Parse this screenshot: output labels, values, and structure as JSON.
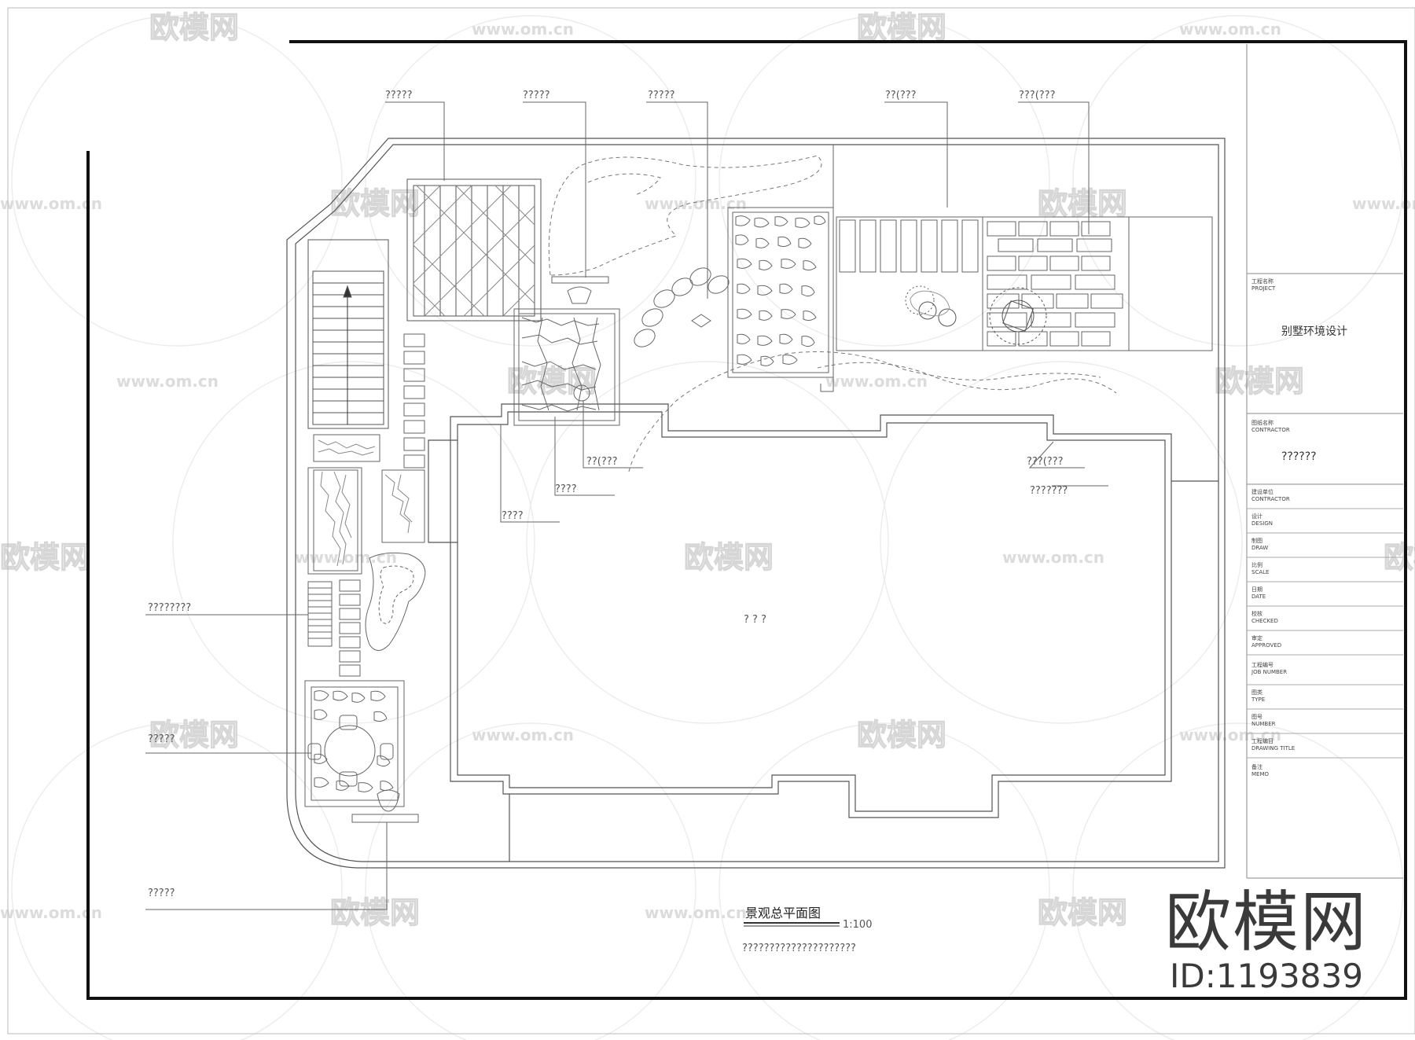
{
  "plan": {
    "title": "景观总平面图",
    "scale": "1:100",
    "note": "?????????????????????",
    "center_label": "?  ?  ?"
  },
  "callouts": {
    "top_1": "?????",
    "top_2": "?????",
    "top_3": "?????",
    "top_4": "??(???",
    "top_5": "???(???",
    "mid_1": "??(???",
    "mid_2": "????",
    "mid_3": "????",
    "right_1": "???(???",
    "right_2": "???????",
    "left_1": "????????",
    "left_2": "?????",
    "left_3": "?????"
  },
  "title_block": {
    "project_label_cn": "工程名称",
    "project_label_en": "PROJECT",
    "project_value": "别墅环境设计",
    "drawing_name_label_cn": "图纸名称",
    "drawing_name_label_en": "CONTRACTOR",
    "drawing_name_value": "??????",
    "rows": [
      {
        "cn": "建设单位",
        "en": "CONTRACTOR"
      },
      {
        "cn": "设计",
        "en": "DESIGN"
      },
      {
        "cn": "制图",
        "en": "DRAW"
      },
      {
        "cn": "比例",
        "en": "SCALE"
      },
      {
        "cn": "日期",
        "en": "DATE"
      },
      {
        "cn": "校核",
        "en": "CHECKED"
      },
      {
        "cn": "审定",
        "en": "APPROVED"
      },
      {
        "cn": "工程编号",
        "en": "JOB NUMBER"
      },
      {
        "cn": "图类",
        "en": "TYPE"
      },
      {
        "cn": "图号",
        "en": "NUMBER"
      },
      {
        "cn": "工程编目",
        "en": "DRAWING TITLE"
      },
      {
        "cn": "备注",
        "en": "MEMO"
      }
    ]
  },
  "watermark": {
    "logo_text": "欧模网",
    "url": "www.om.cn"
  },
  "brand": {
    "logo": "欧模网",
    "id": "ID:1193839"
  }
}
